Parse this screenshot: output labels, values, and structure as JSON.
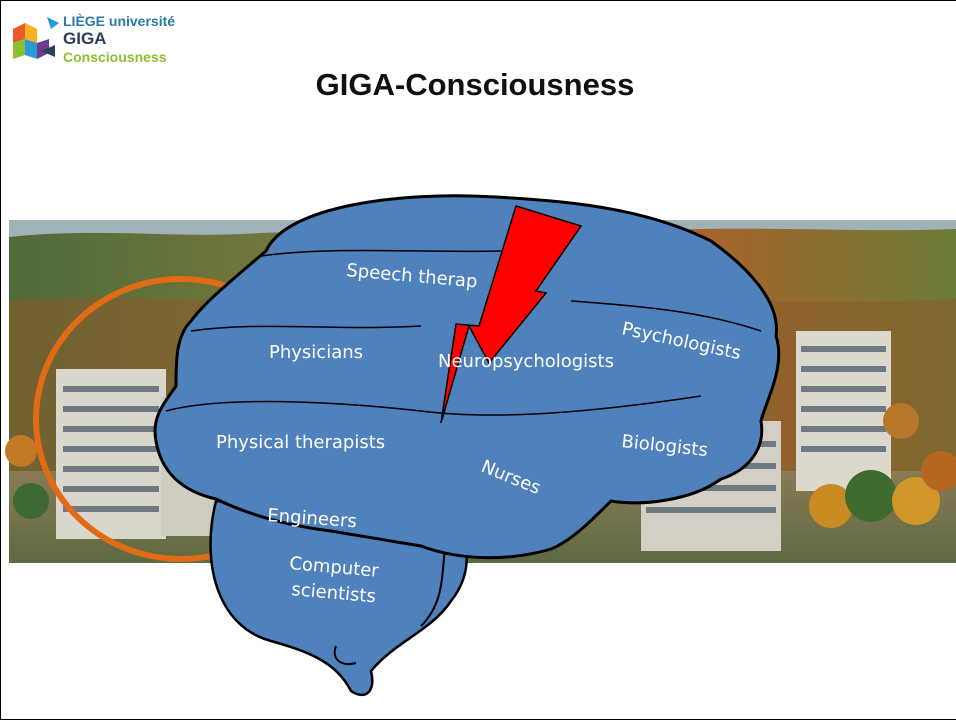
{
  "logo": {
    "line1": "LIÈGE université",
    "line2": "GIGA",
    "line3": "Consciousness",
    "colors": {
      "univ": "#2a7aa8",
      "giga": "#2b3e59",
      "consciousness": "#8dbf2f"
    }
  },
  "title": "GIGA-Consciousness",
  "brain_labels": {
    "speech": "Speech therap",
    "physicians": "Physicians",
    "neuro": "Neuropsychologists",
    "psychologists": "Psychologists",
    "physical": "Physical therapists",
    "biologists": "Biologists",
    "nurses": "Nurses",
    "engineers": "Engineers",
    "computer_1": "Computer",
    "computer_2": "scientists"
  },
  "colors": {
    "brain": "#4f81bd",
    "lightning": "#ff0000",
    "ring": "#e26b15"
  },
  "icons": [
    "giga-logo-icon",
    "lightning-bolt-icon",
    "brain-icon"
  ]
}
